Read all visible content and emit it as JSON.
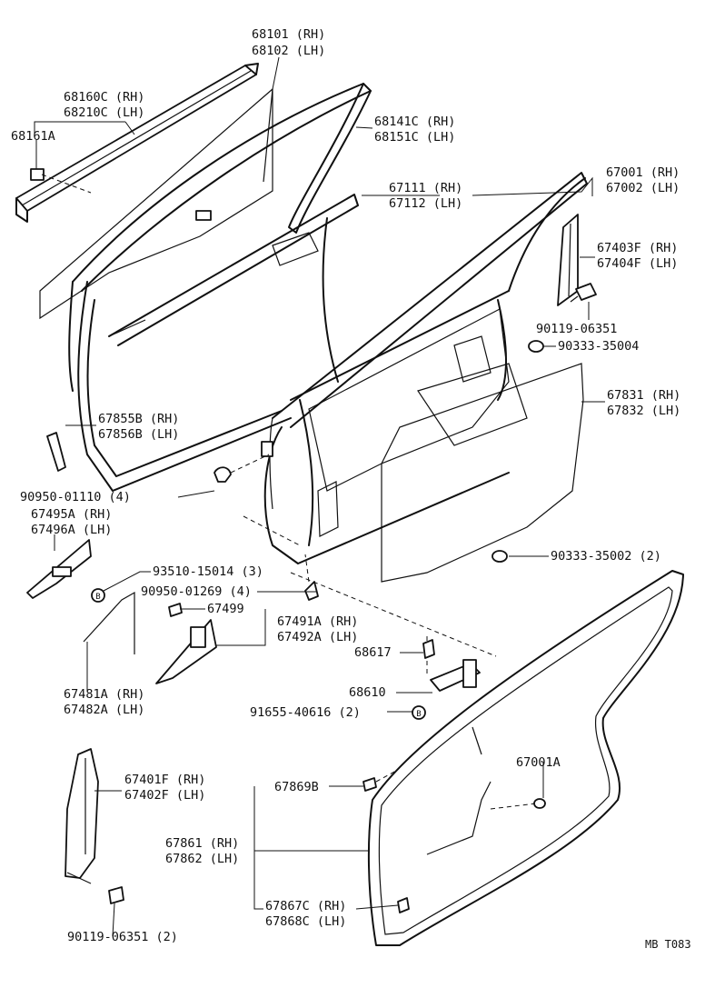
{
  "labels": {
    "l68101": "68101 (RH)",
    "l68102": "68102 (LH)",
    "l68160": "68160C (RH)",
    "l68210": "68210C (LH)",
    "l68161": "68161A",
    "l68141": "68141C (RH)",
    "l68151": "68151C (LH)",
    "l67111": "67111 (RH)",
    "l67112": "67112 (LH)",
    "l67001": "67001 (RH)",
    "l67002": "67002 (LH)",
    "l67403": "67403F (RH)",
    "l67404": "67404F (LH)",
    "l90119a": "90119-06351",
    "l90333a": "90333-35004",
    "l67831": "67831 (RH)",
    "l67832": "67832 (LH)",
    "l67855": "67855B (RH)",
    "l67856": "67856B (LH)",
    "l90950a": "90950-01110 (4)",
    "l67495": "67495A (RH)",
    "l67496": "67496A (LH)",
    "l93510": "93510-15014 (3)",
    "l90950b": "90950-01269 (4)",
    "l90333b": "90333-35002 (2)",
    "l67499": "67499",
    "l67491": "67491A (RH)",
    "l67492": "67492A (LH)",
    "l68617": "68617",
    "l68610": "68610",
    "l91655": "91655-40616 (2)",
    "l67481": "67481A (RH)",
    "l67482": "67482A (LH)",
    "l67401": "67401F (RH)",
    "l67402": "67402F (LH)",
    "l67869": "67869B",
    "l67001a": "67001A",
    "l67861": "67861 (RH)",
    "l67862": "67862 (LH)",
    "l67867": "67867C (RH)",
    "l67868": "67868C (LH)",
    "l90119b": "90119-06351 (2)",
    "code": "MB T083",
    "markerB": "B"
  }
}
